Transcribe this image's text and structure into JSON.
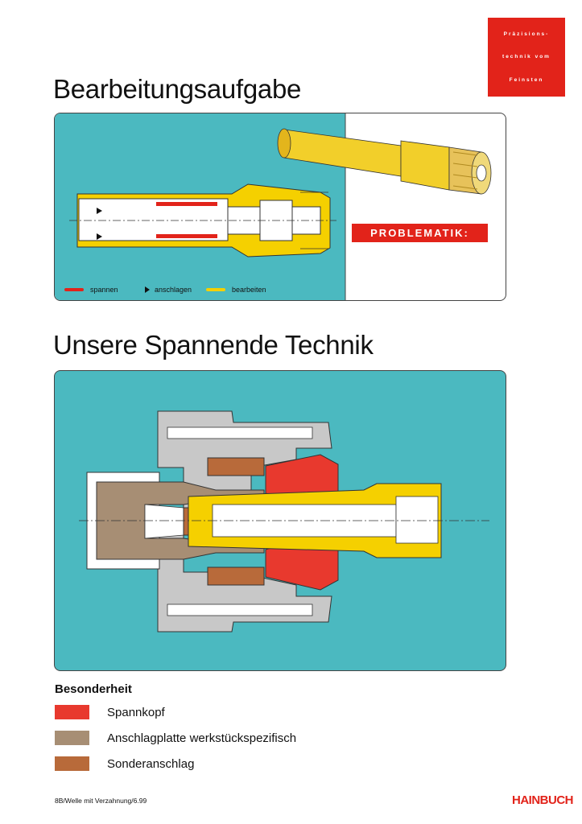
{
  "brand_box": {
    "lines": [
      "Präzisions-",
      "technik vom",
      "Feinsten"
    ]
  },
  "section1": {
    "title": "Bearbeitungsaufgabe",
    "problem_label": "PROBLEMATIK:",
    "legend": [
      {
        "label": "spannen",
        "color": "#e2231a",
        "icon": "red-line-icon"
      },
      {
        "label": "anschlagen",
        "color": "#111111",
        "icon": "triangle-arrow-icon"
      },
      {
        "label": "bearbeiten",
        "color": "#f5d000",
        "icon": "yellow-line-icon"
      }
    ]
  },
  "section2": {
    "title": "Unsere Spannende Technik"
  },
  "besonderheit": {
    "heading": "Besonderheit",
    "items": [
      {
        "label": "Spannkopf",
        "color": "#e8392e"
      },
      {
        "label": "Anschlagplatte werkstückspezifisch",
        "color": "#a78e74"
      },
      {
        "label": "Sonderanschlag",
        "color": "#b86a3a"
      }
    ]
  },
  "footer": {
    "note": "8B/Welle mit Verzahnung/6.99",
    "logo": "HAINBUCH"
  },
  "colors": {
    "teal": "#4bb9c0",
    "red": "#e2231a",
    "yellow": "#f5d000",
    "gray": "#c8c8c8"
  }
}
